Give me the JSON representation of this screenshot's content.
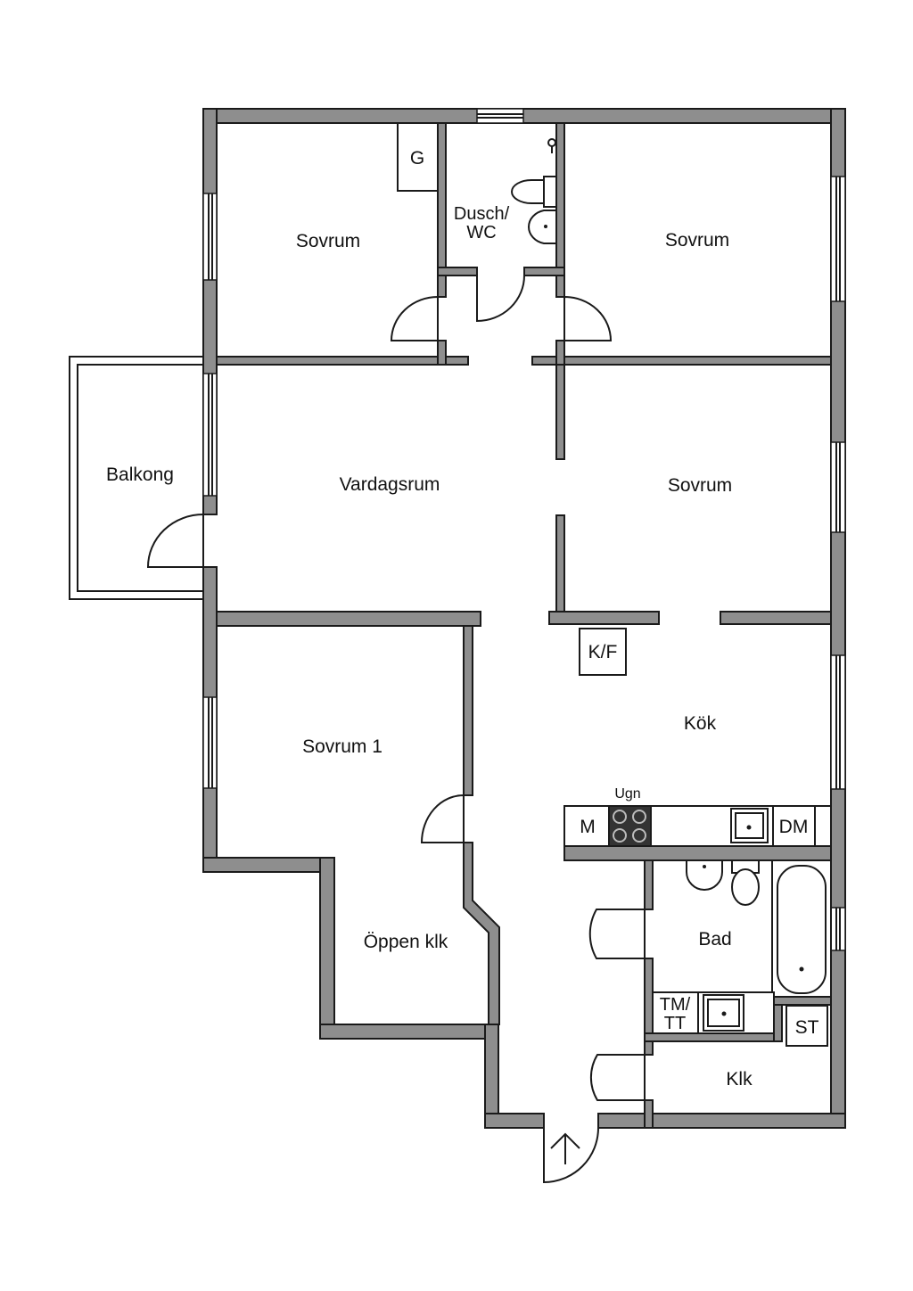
{
  "floorplan": {
    "rooms": {
      "sovrum_nw": "Sovrum",
      "dusch_wc_line1": "Dusch/",
      "dusch_wc_line2": "WC",
      "sovrum_ne": "Sovrum",
      "balkong": "Balkong",
      "vardagsrum": "Vardagsrum",
      "sovrum_e": "Sovrum",
      "sovrum_1": "Sovrum 1",
      "kok": "Kök",
      "oppen_klk": "Öppen klk",
      "bad": "Bad",
      "klk": "Klk"
    },
    "fixtures": {
      "g": "G",
      "kf": "K/F",
      "ugn": "Ugn",
      "m": "M",
      "dm": "DM",
      "tm_tt_line1": "TM/",
      "tm_tt_line2": "TT",
      "st": "ST"
    },
    "colors": {
      "wall_fill": "#8e8e8e",
      "line": "#1a1a1a",
      "background": "#ffffff",
      "hob": "#333333"
    }
  }
}
